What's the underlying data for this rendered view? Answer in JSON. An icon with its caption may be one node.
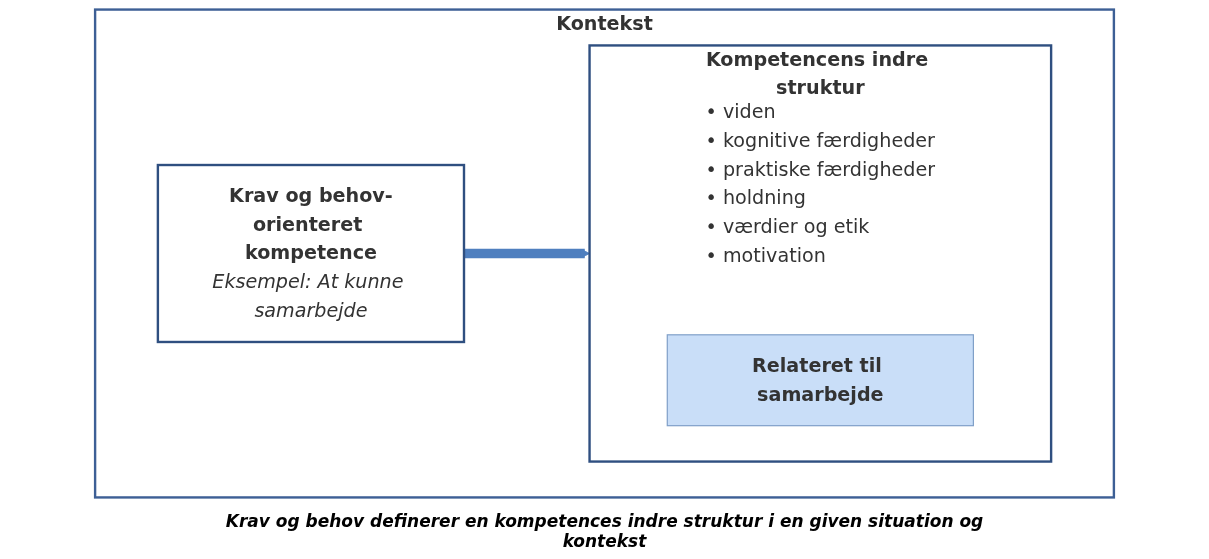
{
  "diagram": {
    "caption": "Krav og behov definerer en kompetences indre struktur i en given situation og kontekst",
    "nodes": [
      {
        "text": [
          "Kontekst"
        ]
      },
      {
        "text": [
          "Krav og behov-orienteret kompetence",
          "Eksempel: At kunne samarbejde"
        ],
        "in": 0
      },
      {
        "text": [
          "Kompetencens indre struktur",
          "• viden",
          "• kognitive færdigheder",
          "• praktiske færdigheder",
          "• holdning",
          "• værdier og etik",
          "• motivation"
        ],
        "in": 0
      },
      {
        "text": [
          "Relateret til samarbejde"
        ],
        "in": 2
      }
    ],
    "edges": [
      {
        "from": 1,
        "to": 2,
        "arrow": "to"
      }
    ]
  }
}
